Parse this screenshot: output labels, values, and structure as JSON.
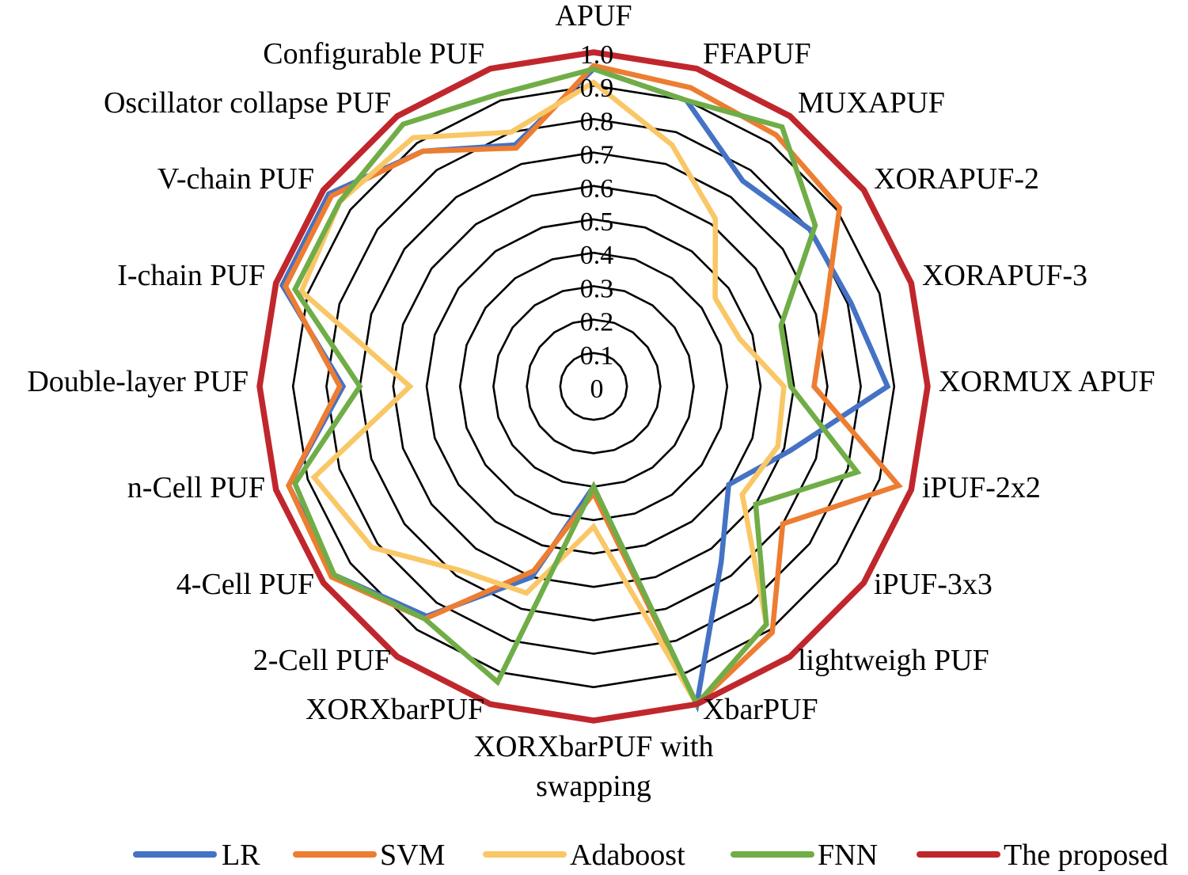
{
  "chart_data": {
    "type": "radar",
    "categories": [
      "APUF",
      "FFAPUF",
      "MUXAPUF",
      "XORAPUF-2",
      "XORAPUF-3",
      "XORMUX APUF",
      "iPUF-2x2",
      "iPUF-3x3",
      "lightweigh PUF",
      "XbarPUF",
      "XORXbarPUF with swapping",
      "XORXbarPUF",
      "2-Cell PUF",
      "4-Cell PUF",
      "n-Cell PUF",
      "Double-layer PUF",
      "I-chain PUF",
      "V-chain PUF",
      "Oscillator collapse PUF",
      "Configurable PUF"
    ],
    "rlim": [
      0,
      1.0
    ],
    "ticks": [
      "0",
      "0.1",
      "0.2",
      "0.3",
      "0.4",
      "0.5",
      "0.6",
      "0.7",
      "0.8",
      "0.9",
      "1.0"
    ],
    "series": [
      {
        "name": "LR",
        "color": "#4472C4",
        "values": [
          0.95,
          0.9,
          0.76,
          0.8,
          0.81,
          0.88,
          0.62,
          0.5,
          0.65,
          1.0,
          0.3,
          0.6,
          0.85,
          0.96,
          0.96,
          0.75,
          0.98,
          0.98,
          0.87,
          0.76
        ]
      },
      {
        "name": "SVM",
        "color": "#ED7D31",
        "values": [
          0.96,
          0.94,
          0.93,
          0.91,
          0.73,
          0.66,
          0.96,
          0.7,
          0.91,
          1.0,
          0.32,
          0.58,
          0.86,
          0.97,
          0.96,
          0.76,
          0.97,
          0.97,
          0.87,
          0.75
        ]
      },
      {
        "name": "Adaboost",
        "color": "#F9C766",
        "values": [
          0.91,
          0.76,
          0.62,
          0.45,
          0.46,
          0.57,
          0.58,
          0.55,
          0.88,
          1.0,
          0.42,
          0.65,
          0.68,
          0.82,
          0.88,
          0.55,
          0.92,
          0.94,
          0.92,
          0.8
        ]
      },
      {
        "name": "FNN",
        "color": "#70AD47",
        "values": [
          0.95,
          0.9,
          0.96,
          0.82,
          0.59,
          0.59,
          0.83,
          0.6,
          0.88,
          1.0,
          0.3,
          0.93,
          0.86,
          0.96,
          0.94,
          0.7,
          0.94,
          0.94,
          0.97,
          0.92
        ]
      },
      {
        "name": "The proposed",
        "color": "#C0272D",
        "values": [
          1.0,
          1.0,
          1.0,
          1.0,
          1.0,
          1.0,
          1.0,
          1.0,
          1.0,
          1.0,
          1.0,
          1.0,
          1.0,
          1.0,
          1.0,
          1.0,
          1.0,
          1.0,
          1.0,
          1.0
        ]
      }
    ],
    "legend_position": "bottom"
  }
}
